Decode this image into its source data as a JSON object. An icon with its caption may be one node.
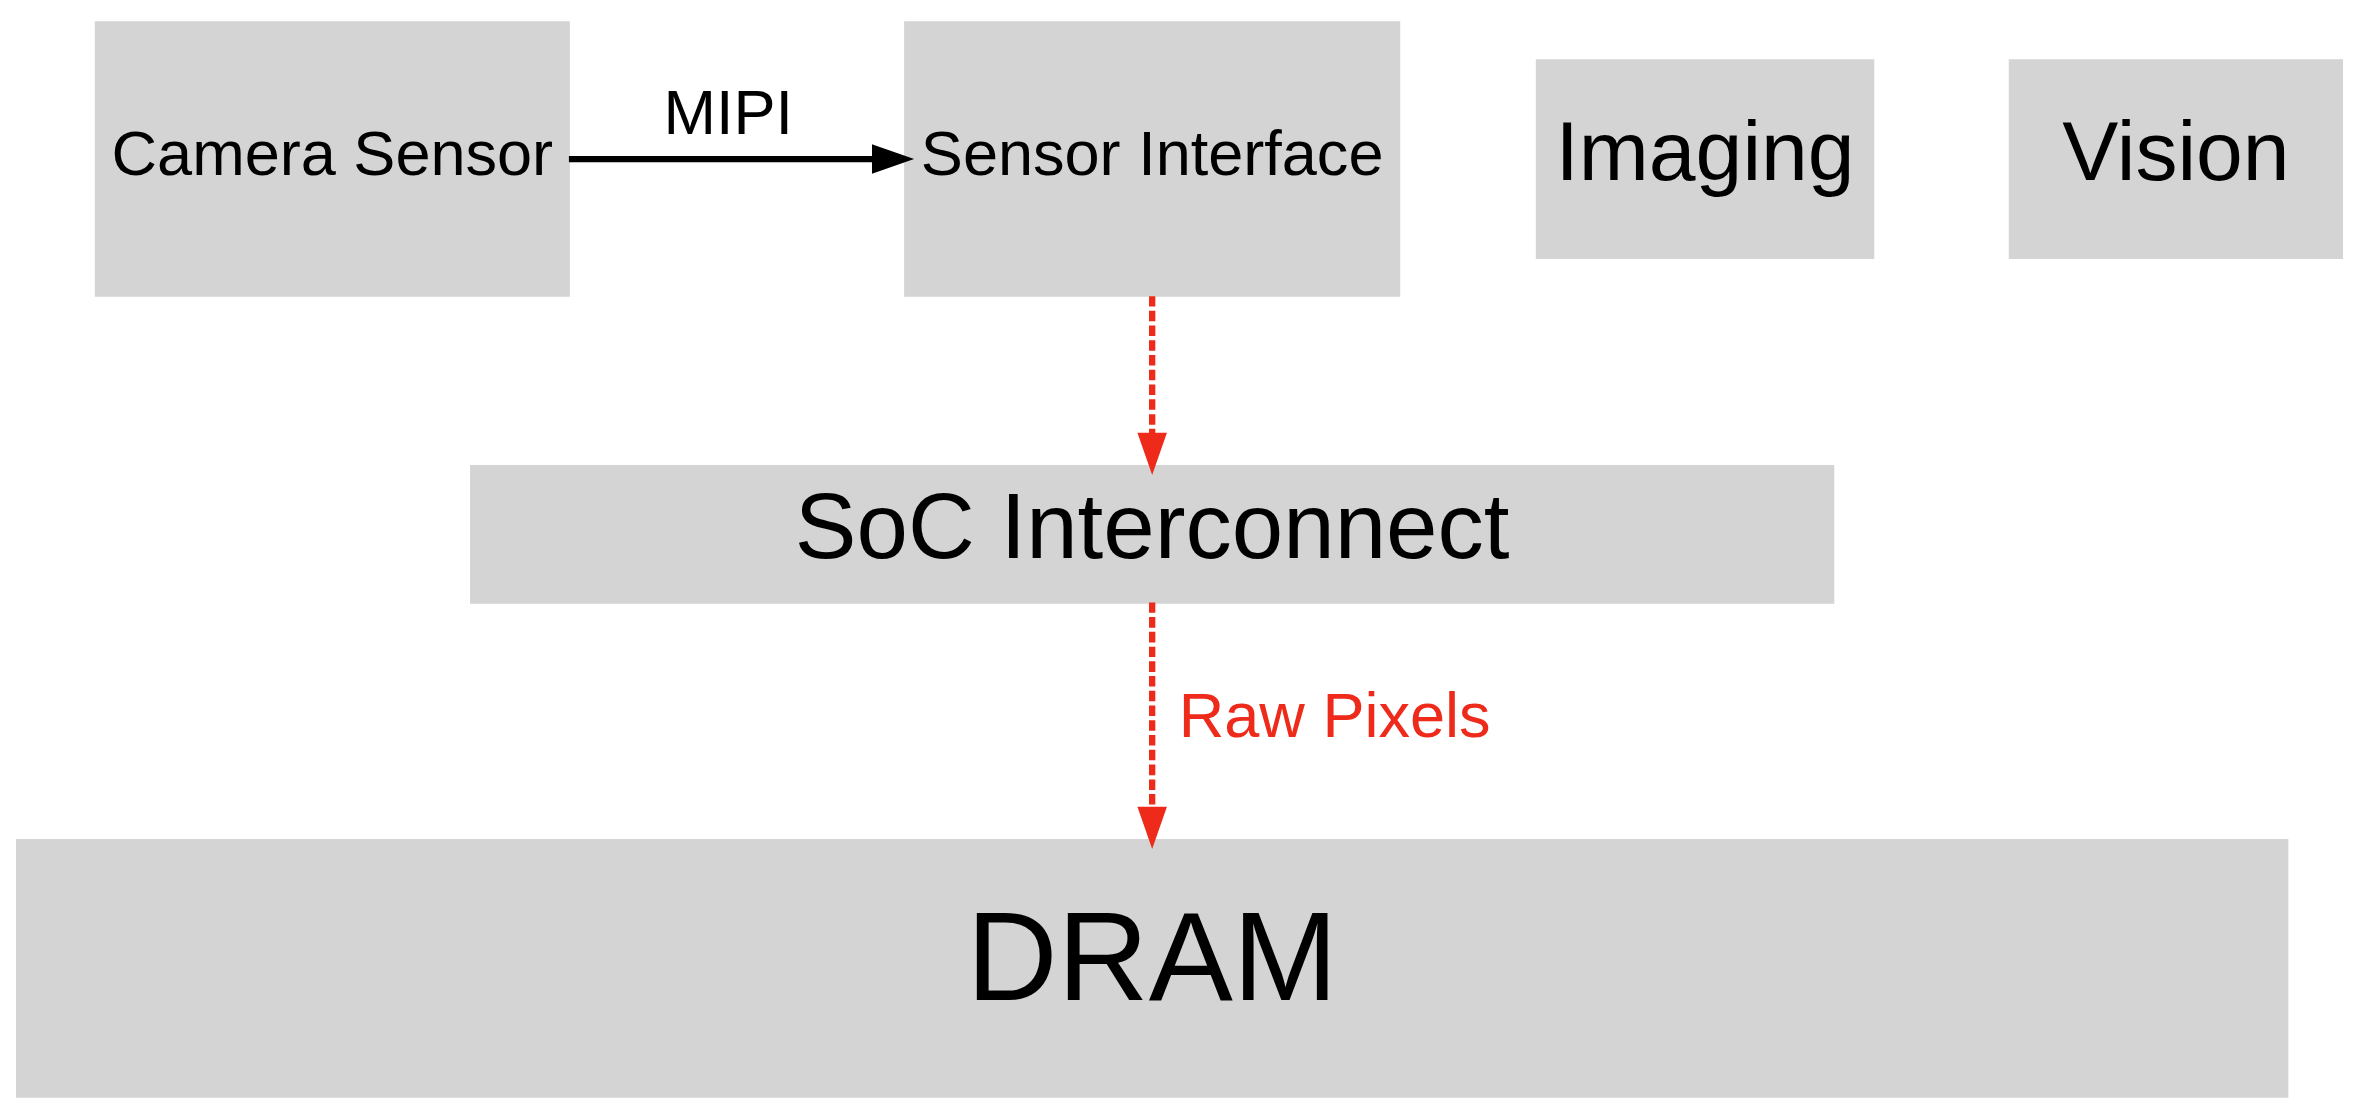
{
  "diagram": {
    "nodes": [
      {
        "text": [
          "Camera Sensor"
        ]
      },
      {
        "text": [
          "Sensor Interface"
        ]
      },
      {
        "text": [
          "Imaging"
        ]
      },
      {
        "text": [
          "Vision"
        ]
      },
      {
        "text": [
          "SoC Interconnect"
        ]
      },
      {
        "text": [
          "DRAM"
        ]
      }
    ],
    "edges": [
      {
        "from": 0,
        "to": 1,
        "arrow": "to",
        "color": "#000000",
        "label": "MIPI"
      },
      {
        "from": 1,
        "to": 4,
        "arrow": "to",
        "style": "dashed",
        "color": "#ee2a1b"
      },
      {
        "from": 4,
        "to": 5,
        "arrow": "to",
        "style": "dashed",
        "color": "#ee2a1b",
        "label": "Raw Pixels"
      }
    ]
  }
}
